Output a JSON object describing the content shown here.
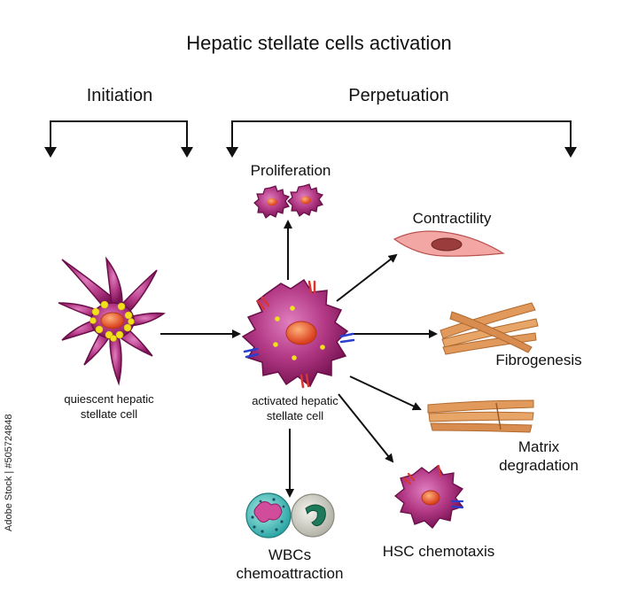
{
  "title": "Hepatic stellate cells activation",
  "phases": {
    "initiation": "Initiation",
    "perpetuation": "Perpetuation"
  },
  "cells": {
    "quiescent_line1": "quiescent hepatic",
    "quiescent_line2": "stellate cell",
    "activated_line1": "activated hepatic",
    "activated_line2": "stellate cell"
  },
  "outcomes": {
    "proliferation": "Proliferation",
    "contractility": "Contractility",
    "fibrogenesis": "Fibrogenesis",
    "matrix_line1": "Matrix",
    "matrix_line2": "degradation",
    "hsc_chemotaxis": "HSC chemotaxis",
    "wbc_line1": "WBCs",
    "wbc_line2": "chemoattraction"
  },
  "credit": "Adobe Stock | #505724848",
  "colors": {
    "cell_magenta": "#8e1a63",
    "cell_magenta_light": "#c65a9d",
    "nucleus": "#e8502a",
    "granule": "#f2e01c",
    "fiber": "#e29a5c",
    "contractile": "#f3a7a4",
    "receptor_red": "#d9362e",
    "receptor_blue": "#2a3fcf"
  },
  "icons": [
    "quiescent-cell-icon",
    "activated-cell-icon",
    "proliferating-cell-icon",
    "contractile-cell-icon",
    "collagen-fiber-icon",
    "wbc-icon"
  ]
}
